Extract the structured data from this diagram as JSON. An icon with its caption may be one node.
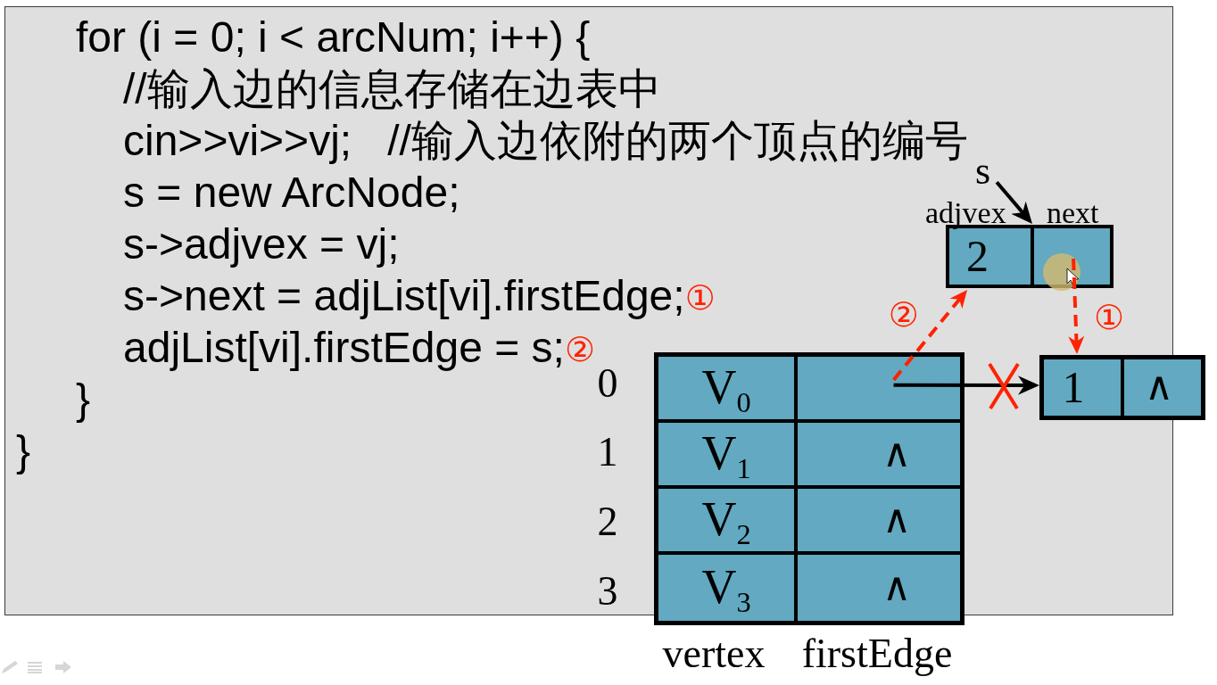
{
  "diagram": {
    "nodes": [
      {
        "text": [
          "s"
        ]
      },
      {
        "text": [],
        "shape": "box"
      },
      {
        "text": [
          "2"
        ],
        "in": 1
      },
      {
        "text": [],
        "shape": "box",
        "in": 1
      },
      {
        "text": [],
        "shape": "box"
      },
      {
        "text": [
          "V$_{0}$"
        ],
        "in": 4
      },
      {
        "text": [],
        "shape": "box",
        "in": 4
      },
      {
        "text": [
          "V$_{1}$"
        ],
        "in": 4
      },
      {
        "text": [
          "∧"
        ],
        "in": 4
      },
      {
        "text": [
          "V$_{2}$"
        ],
        "in": 4
      },
      {
        "text": [
          "∧"
        ],
        "in": 4
      },
      {
        "text": [
          "V$_{3}$"
        ],
        "in": 4
      },
      {
        "text": [
          "∧"
        ],
        "in": 4
      },
      {
        "text": [],
        "shape": "box"
      },
      {
        "text": [
          "1"
        ],
        "in": 13
      },
      {
        "text": [
          "∧"
        ],
        "in": 13
      }
    ],
    "edges": [
      {
        "from": 0,
        "to": 1,
        "arrow": "to"
      },
      {
        "from": 6,
        "to": 13,
        "arrow": "to"
      },
      {
        "from": 3,
        "to": 13,
        "arrow": "to",
        "label": "①",
        "style": "dashed",
        "color": "#ff2200"
      },
      {
        "from": 6,
        "to": 1,
        "arrow": "to",
        "label": "②",
        "style": "dashed",
        "color": "#ff2200"
      }
    ],
    "labels": [
      "for (i = 0; i < arcNum; i++) {",
      "//输入边的信息存储在边表中",
      "cin>>vi>>vj;   //输入边依附的两个顶点的编号",
      "s = new ArcNode;",
      "adjvex",
      "next",
      "s->adjvex = vj;",
      "s->next = adjList[vi].firstEdge;",
      "①",
      "adjList[vi].firstEdge = s;",
      "②",
      "0",
      "}",
      "1",
      "}",
      "2",
      "3",
      "vertex",
      "firstEdge"
    ]
  }
}
